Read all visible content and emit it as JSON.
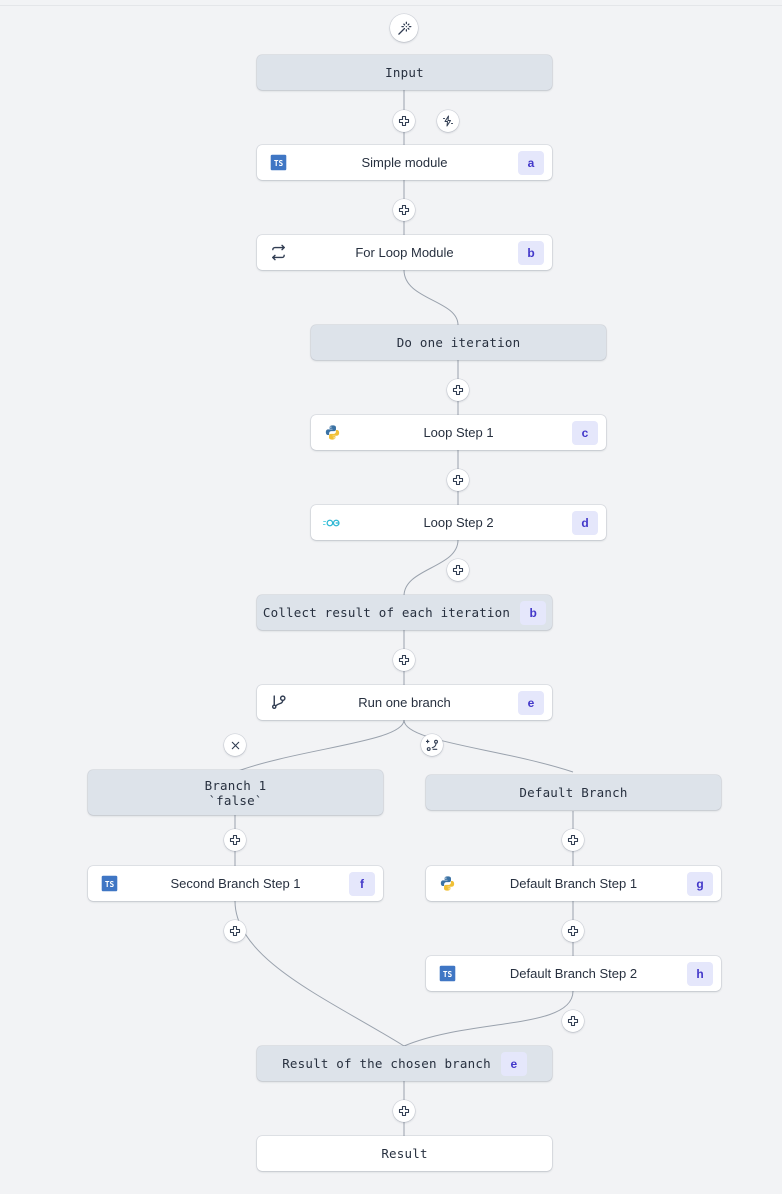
{
  "app": {
    "title": "Flow editor canvas",
    "background": "#f2f3f5",
    "node_grey": "#dde3ea",
    "node_white": "#ffffff",
    "badge_bg": "#e5e7fb",
    "badge_fg": "#4338ca",
    "edge_color": "#9aa2ad"
  },
  "toolbar": {
    "ai_button_icon": "magic-wand-icon"
  },
  "nodes": {
    "input": {
      "label": "Input",
      "style": "grey",
      "font": "mono"
    },
    "simple_module": {
      "label": "Simple module",
      "style": "white",
      "font": "sans",
      "lang": "typescript",
      "badge": "a"
    },
    "for_loop_module": {
      "label": "For Loop Module",
      "style": "white",
      "font": "sans",
      "lang": "loop",
      "badge": "b"
    },
    "do_one_iteration": {
      "label": "Do one iteration",
      "style": "grey",
      "font": "mono"
    },
    "loop_step_1": {
      "label": "Loop Step 1",
      "style": "white",
      "font": "sans",
      "lang": "python",
      "badge": "c"
    },
    "loop_step_2": {
      "label": "Loop Step 2",
      "style": "white",
      "font": "sans",
      "lang": "go",
      "badge": "d"
    },
    "collect_result": {
      "label": "Collect result of each iteration",
      "style": "grey",
      "font": "mono",
      "badge": "b"
    },
    "run_one_branch": {
      "label": "Run one branch",
      "style": "white",
      "font": "sans",
      "lang": "branch",
      "badge": "e"
    },
    "branch_1": {
      "label": "Branch 1\n`false`",
      "style": "grey",
      "font": "mono"
    },
    "default_branch": {
      "label": "Default Branch",
      "style": "grey",
      "font": "mono"
    },
    "second_branch_step_1": {
      "label": "Second Branch Step 1",
      "style": "white",
      "font": "sans",
      "lang": "typescript",
      "badge": "f"
    },
    "default_branch_step_1": {
      "label": "Default Branch Step 1",
      "style": "white",
      "font": "sans",
      "lang": "python",
      "badge": "g"
    },
    "default_branch_step_2": {
      "label": "Default Branch Step 2",
      "style": "white",
      "font": "sans",
      "lang": "typescript",
      "badge": "h"
    },
    "result_of_chosen_branch": {
      "label": "Result of the chosen branch",
      "style": "grey",
      "font": "mono",
      "badge": "e"
    },
    "result": {
      "label": "Result",
      "style": "white",
      "font": "mono"
    }
  },
  "handles": {
    "add": "plus-icon",
    "trigger": "lightning-bolt-icon",
    "remove_branch": "close-icon",
    "add_branch": "add-branch-icon"
  }
}
